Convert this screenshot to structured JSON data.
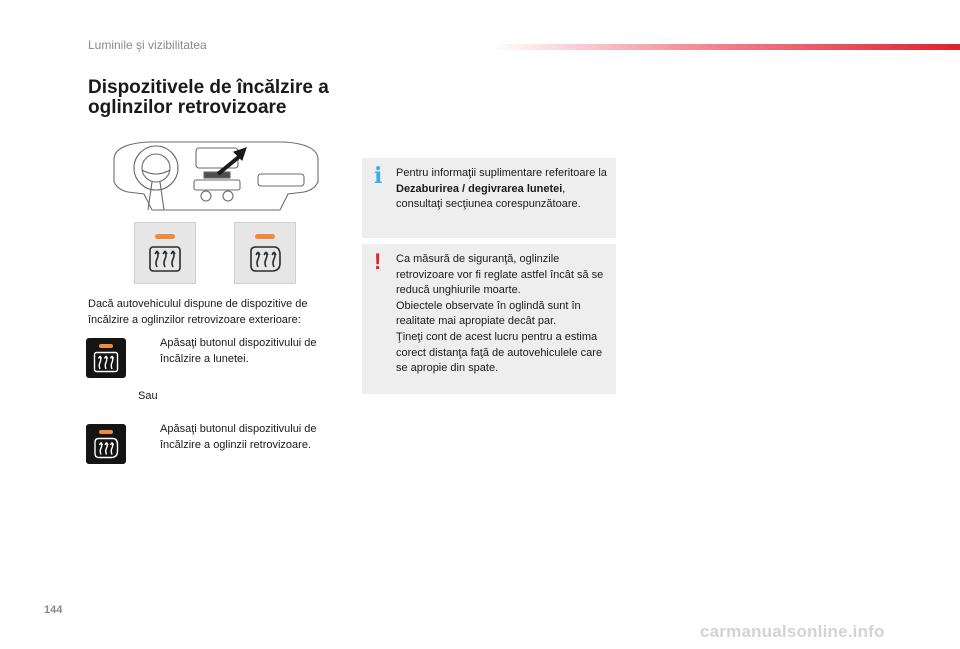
{
  "header": {
    "title": "Luminile şi vizibilitatea",
    "accent_color": "#e0202e"
  },
  "page_title": "Dispozitivele de încălzire a oglinzilor retrovizoare",
  "illustration": {
    "icon": "dashboard-illustration-icon",
    "buttons": [
      "rear-defrost-icon",
      "mirror-defrost-icon"
    ],
    "led_color": "#f08a3c"
  },
  "intro": "Dacă autovehiculul dispune de dispozitive de încălzire a oglinzilor retrovizoare exterioare:",
  "steps": [
    {
      "bullet": "",
      "text": "Apăsaţi butonul dispozitivului de încălzire a lunetei."
    },
    {
      "bullet": "",
      "text": "Apăsaţi butonul dispozitivului de încălzire a oglinzii retrovizoare."
    }
  ],
  "or_label": "Sau",
  "info_note": {
    "icon": "i",
    "icon_color": "#3ab1e6",
    "text_before": "Pentru informaţii suplimentare referitoare la ",
    "text_bold": "Dezaburirea / degivrarea lunetei",
    "text_after": ", consultaţi secţiunea corespunzătoare."
  },
  "warning_note": {
    "icon": "!",
    "icon_color": "#e0202e",
    "lines": [
      "Ca măsură de siguranţă, oglinzile retrovizoare vor fi reglate astfel încât să se reducă unghiurile moarte.",
      "Obiectele observate în oglindă sunt în realitate mai apropiate decât par.",
      "Ţineţi cont de acest lucru pentru a estima corect distanţa faţă de autovehiculele care se apropie din spate."
    ]
  },
  "page_number": "144",
  "watermark": "carmanualsonline.info"
}
